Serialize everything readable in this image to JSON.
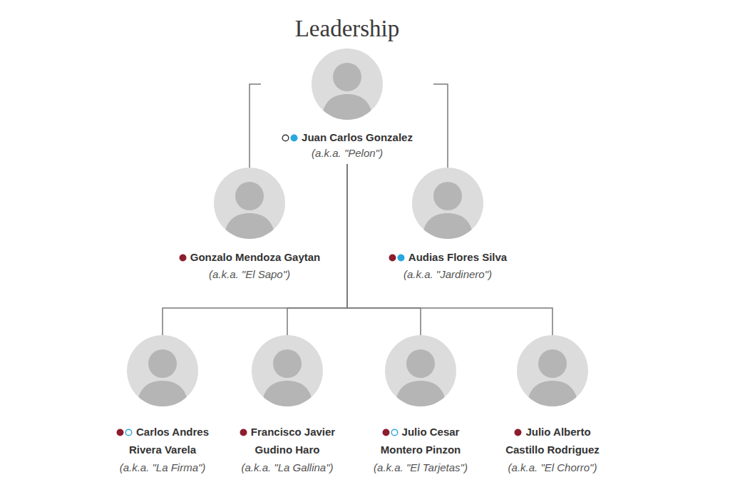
{
  "diagram": {
    "title": "Leadership",
    "nodes": [
      {
        "text": [
          "Juan Carlos Gonzalez",
          "(a.k.a. \"Pelon\")"
        ]
      },
      {
        "text": [
          "Gonzalo Mendoza Gaytan",
          "(a.k.a. \"El Sapo\")"
        ]
      },
      {
        "text": [
          "Audias Flores Silva",
          "(a.k.a. \"Jardinero\")"
        ]
      },
      {
        "text": [
          "Carlos Andres Rivera Varela",
          "(a.k.a. \"La Firma\")"
        ]
      },
      {
        "text": [
          "Francisco Javier Gudino Haro",
          "(a.k.a. \"La Gallina\")"
        ]
      },
      {
        "text": [
          "Julio Cesar Montero Pinzon",
          "(a.k.a. \"El Tarjetas\")"
        ]
      },
      {
        "text": [
          "Julio Alberto Castillo Rodriguez",
          "(a.k.a. \"El Chorro\")"
        ]
      }
    ],
    "edges": [
      {
        "from": 0,
        "to": 1,
        "arrow": "none"
      },
      {
        "from": 0,
        "to": 2,
        "arrow": "none"
      },
      {
        "from": 0,
        "to": 3,
        "arrow": "none"
      },
      {
        "from": 0,
        "to": 4,
        "arrow": "none"
      },
      {
        "from": 0,
        "to": 5,
        "arrow": "none"
      },
      {
        "from": 0,
        "to": 6,
        "arrow": "none"
      }
    ]
  }
}
